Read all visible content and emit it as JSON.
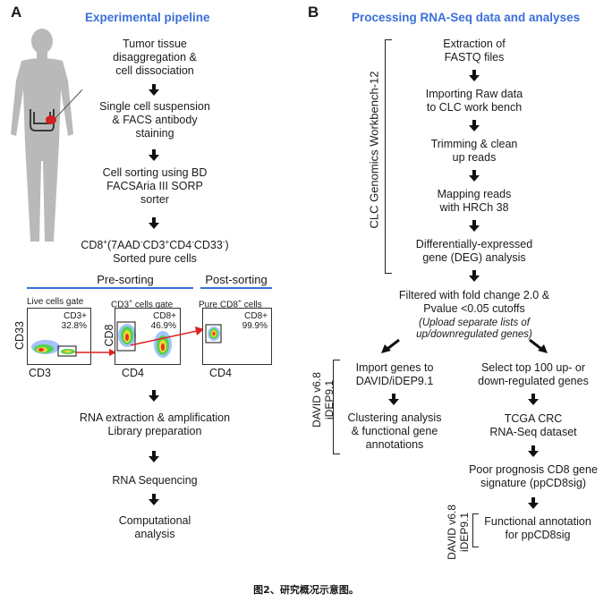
{
  "panel_a": {
    "letter": "A",
    "title": "Experimental pipeline",
    "steps": [
      "Tumor tissue\ndisaggregation &\ncell dissociation",
      "Single cell suspension\n& FACS antibody\nstaining",
      "Cell sorting using BD\nFACSAria III SORP\nsorter"
    ],
    "sorted_cells_line1_parts": [
      "CD8",
      "+",
      "(7AAD",
      "-",
      "CD3",
      "+",
      "CD4",
      "-",
      "CD33",
      "-",
      ")"
    ],
    "sorted_cells_line2": "Sorted pure cells",
    "pre_sorting": "Pre-sorting",
    "post_sorting": "Post-sorting",
    "gates": {
      "live": "Live cells gate",
      "cd3_parts": [
        "CD3",
        "+",
        " cells gate"
      ],
      "pure_parts": [
        "Pure CD8",
        "+",
        " cells"
      ]
    },
    "plots": [
      {
        "stat_label": "CD3+",
        "stat_value": "32.8%",
        "y_axis": "CD33",
        "x_axis": "CD3"
      },
      {
        "stat_label": "CD8+",
        "stat_value": "46.9%",
        "y_axis": "CD8",
        "x_axis": "CD4"
      },
      {
        "stat_label": "CD8+",
        "stat_value": "99.9%",
        "y_axis": "",
        "x_axis": "CD4"
      }
    ],
    "after_steps": [
      "RNA extraction & amplification\nLibrary preparation",
      "RNA Sequencing",
      "Computational\nanalysis"
    ]
  },
  "panel_b": {
    "letter": "B",
    "title": "Processing RNA-Seq data and analyses",
    "clc_label": "CLC Genomics Workbench-12",
    "clc_steps": [
      "Extraction of\nFASTQ files",
      "Importing Raw data\nto CLC work bench",
      "Trimming & clean\nup reads",
      "Mapping reads\nwith HRCh 38",
      "Differentially-expressed\ngene (DEG) analysis"
    ],
    "filter_text": "Filtered with fold change 2.0 &\nPvalue <0.05 cutoffs",
    "filter_note": "(Upload separate lists of\nup/downregulated genes)",
    "david_label_1": "DAVID v6.8",
    "david_label_2": "iDEP9.1",
    "left_steps": [
      "Import genes to\nDAVID/iDEP9.1",
      "Clustering analysis\n& functional gene\nannotations"
    ],
    "right_steps": [
      "Select top 100 up- or\ndown-regulated genes",
      "TCGA CRC\nRNA-Seq dataset",
      "Poor prognosis CD8 gene\nsignature (ppCD8sig)",
      "Functional annotation\nfor ppCD8sig"
    ],
    "david2_label_1": "DAVID v6.8",
    "david2_label_2": "iDEP9.1"
  },
  "caption": "图2、研究概况示意图。",
  "colors": {
    "heading": "#3a6fd8",
    "arrow_red": "#e02020",
    "organ_red": "#d42020",
    "body_gray": "#b9b9b9"
  }
}
